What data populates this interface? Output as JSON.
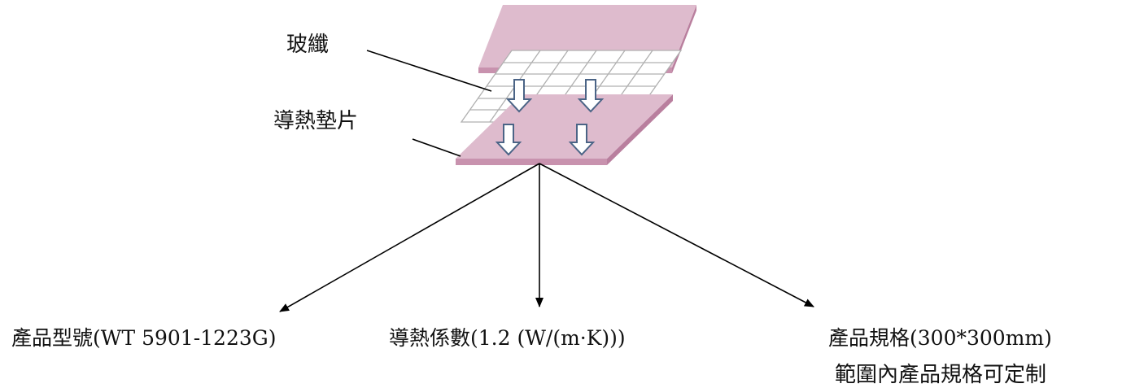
{
  "labels": {
    "fiberglass": "玻纖",
    "thermal_pad": "導熱墊片",
    "model": "產品型號(WT 5901-1223G)",
    "conductivity": "導熱係數(1.2 (W/(m·K)))",
    "spec": "產品規格(300*300mm)",
    "custom": "範圍內產品規格可定制"
  },
  "colors": {
    "sheet_fill": "#DEBBCD",
    "sheet_edge": "#C892AE",
    "grid_stroke": "#B0B0B0",
    "arrow_stroke": "#4B6486",
    "line": "#000000"
  }
}
